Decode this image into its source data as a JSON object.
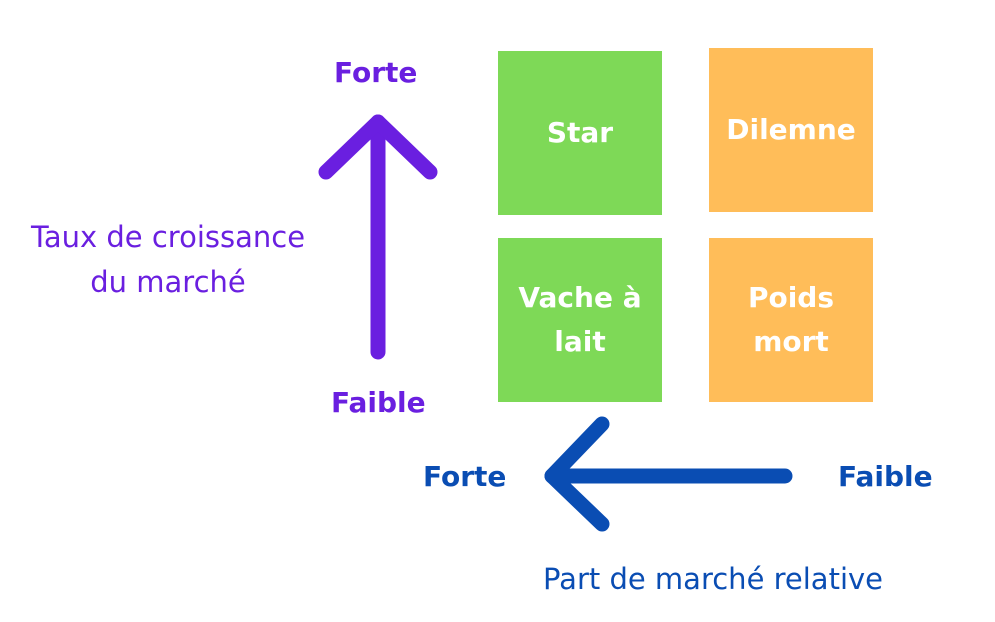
{
  "vertical_axis": {
    "title": "Taux de croissance du marché",
    "top_label": "Forte",
    "bottom_label": "Faible",
    "color": "#6a1fe0"
  },
  "horizontal_axis": {
    "title": "Part de marché relative",
    "left_label": "Forte",
    "right_label": "Faible",
    "color": "#0a4db3"
  },
  "quadrants": [
    {
      "label": "Star",
      "color": "#7ed957"
    },
    {
      "label": "Dilemne",
      "color": "#ffbd59"
    },
    {
      "label": "Vache à lait",
      "color": "#7ed957"
    },
    {
      "label": "Poids mort",
      "color": "#ffbd59"
    }
  ]
}
